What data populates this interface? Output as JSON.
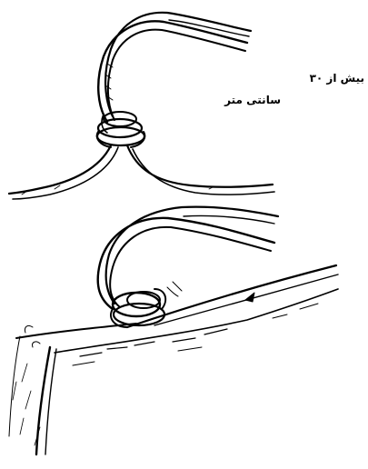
{
  "caption": {
    "line1": "بیش از ۳۰",
    "line2": "سانتی متر"
  },
  "colors": {
    "ink": "#000000",
    "paper": "#ffffff"
  },
  "figures": [
    {
      "name": "knot-on-rope-figure"
    },
    {
      "name": "knot-on-edge-figure"
    }
  ]
}
